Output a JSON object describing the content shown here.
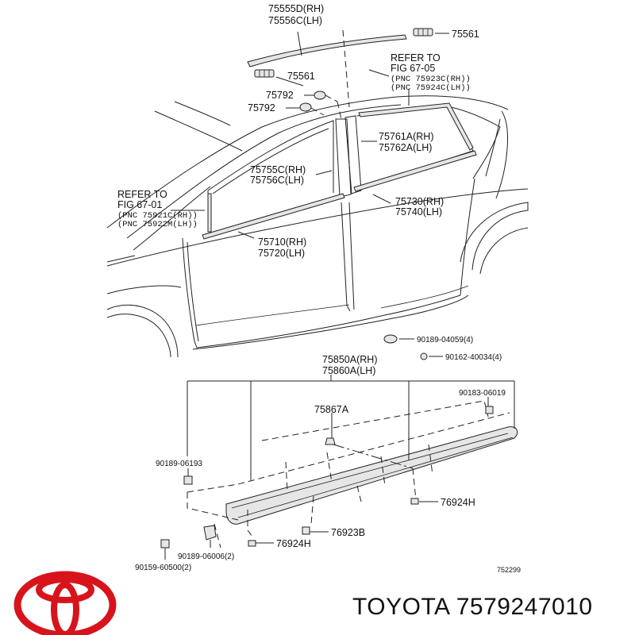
{
  "labels": {
    "roof_molding": [
      "75555D(RH)",
      "75556C(LH)"
    ],
    "clip_top_right": "75561",
    "clip_top_left": "75561",
    "refer_right": [
      "REFER TO",
      "FIG 67-05",
      "(PNC 75923C(RH))",
      "(PNC 75924C(LH))"
    ],
    "clip_75792_a": "75792",
    "clip_75792_b": "75792",
    "pillar_molding": [
      "75761A(RH)",
      "75762A(LH)"
    ],
    "front_window_molding": [
      "75755C(RH)",
      "75756C(LH)"
    ],
    "refer_left": [
      "REFER TO",
      "FIG 67-01",
      "(PNC 75921C(RH))",
      "(PNC 75922M(LH))"
    ],
    "rear_door_molding": [
      "75730(RH)",
      "75740(LH)"
    ],
    "front_door_molding": [
      "75710(RH)",
      "75720(LH)"
    ],
    "screw_a": "90189-04059(4)",
    "screw_b": "90162-40034(4)",
    "rocker_molding": [
      "75850A(RH)",
      "75860A(LH)"
    ],
    "clip_90183": "90183-06019",
    "clip_75867": "75867A",
    "clip_90189_06193": "90189-06193",
    "clip_76924h_right": "76924H",
    "clip_76923b": "76923B",
    "clip_76924h_left": "76924H",
    "clip_90189_06006": "90189-06006(2)",
    "clip_90159": "90159-60500(2)",
    "figure_number": "752299"
  },
  "footer": {
    "brand_text": "TOYOTA 7579247010"
  },
  "logo": {
    "icon": "toyota-logo-icon",
    "color": "#d7141c"
  }
}
